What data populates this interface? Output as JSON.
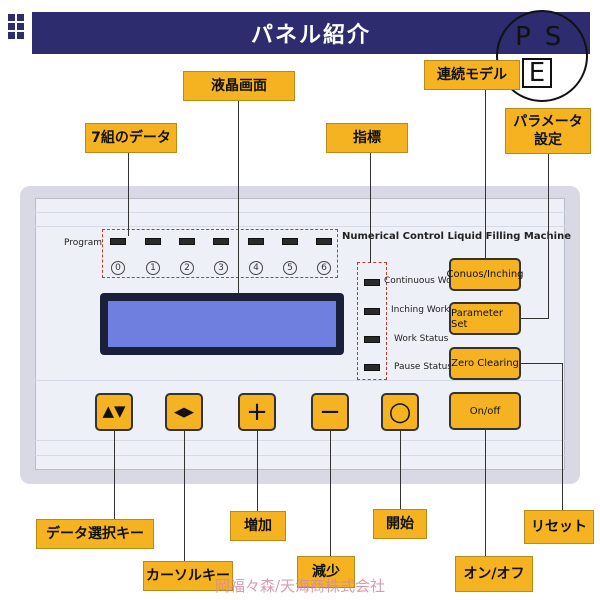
{
  "header": {
    "title": "パネル紹介"
  },
  "mark": {
    "p": "P",
    "s": "S",
    "e": "E"
  },
  "labels": {
    "lcd_screen": "液晶画面",
    "data_7_sets": "7組のデータ",
    "indicator": "指標",
    "continuous_model": "連続モデル",
    "parameter_setting": "パラメータ\n設定",
    "data_select_key": "データ選択キー",
    "cursor_key": "カーソルキー",
    "increase": "増加",
    "decrease": "減少",
    "start": "開始",
    "on_off": "オン/オフ",
    "reset": "リセット"
  },
  "panel": {
    "program_label": "Program",
    "title": "Numerical Control Liquid Filling Machine",
    "digits": [
      "0",
      "1",
      "2",
      "3",
      "4",
      "5",
      "6"
    ],
    "status": [
      "Continuous Work",
      "Inching Work",
      "Work Status",
      "Pause Status"
    ],
    "buttons": {
      "conuos_inching": "Conuos/Inching",
      "parameter_set": "Parameter Set",
      "zero_clearing": "Zero Clearing",
      "on_off": "On/off"
    },
    "key_symbols": {
      "data_select": "▲▼",
      "cursor": "◀▶",
      "plus": "+",
      "minus": "−",
      "start": "○"
    }
  },
  "watermark": "岡福々森/天海商株式会社",
  "colors": {
    "header": "#2c2c6e",
    "label": "#f5b321",
    "lcd": "#6f7fe0",
    "watermark": "#d48aa0"
  }
}
